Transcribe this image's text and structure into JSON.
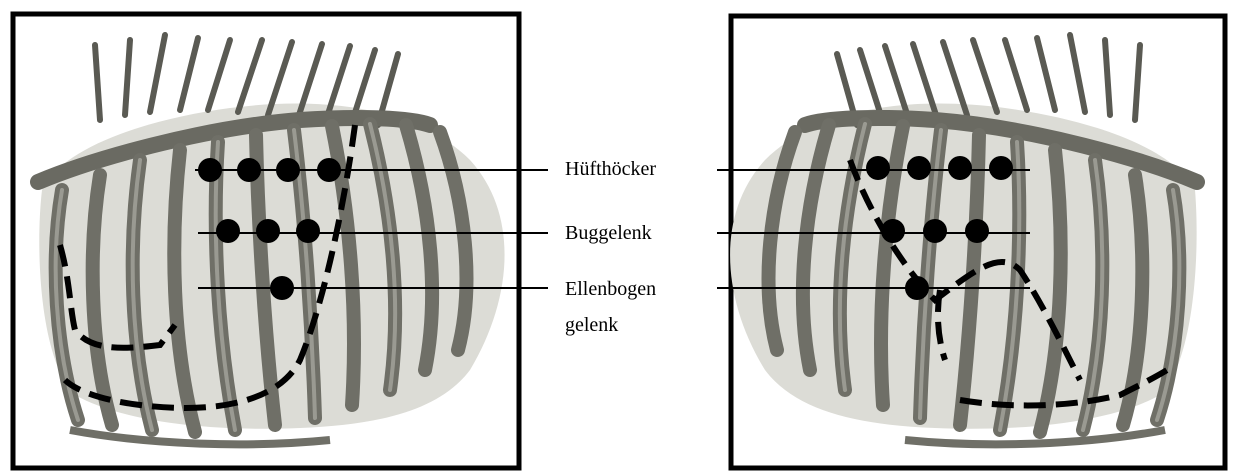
{
  "diagram": {
    "labels": {
      "hip": "Hüfthöcker",
      "shoulder": "Buggelenk",
      "elbow_line1": "Ellenbogen",
      "elbow_line2": "gelenk"
    },
    "panels": [
      {
        "id": "left",
        "view": "left lateral thorax (ribcage)"
      },
      {
        "id": "right",
        "view": "right lateral thorax (ribcage)"
      }
    ],
    "marker_rows": [
      {
        "row": "hip",
        "left_count": 4,
        "right_count": 4
      },
      {
        "row": "shoulder",
        "left_count": 3,
        "right_count": 3
      },
      {
        "row": "elbow",
        "left_count": 1,
        "right_count": 1
      }
    ],
    "colors": {
      "frame": "#000000",
      "bone": "#7a7a72",
      "bone_dark": "#4a4a44",
      "lung_field": "#d9d9d4",
      "marker": "#000000",
      "dashed_border": "#000000"
    }
  }
}
